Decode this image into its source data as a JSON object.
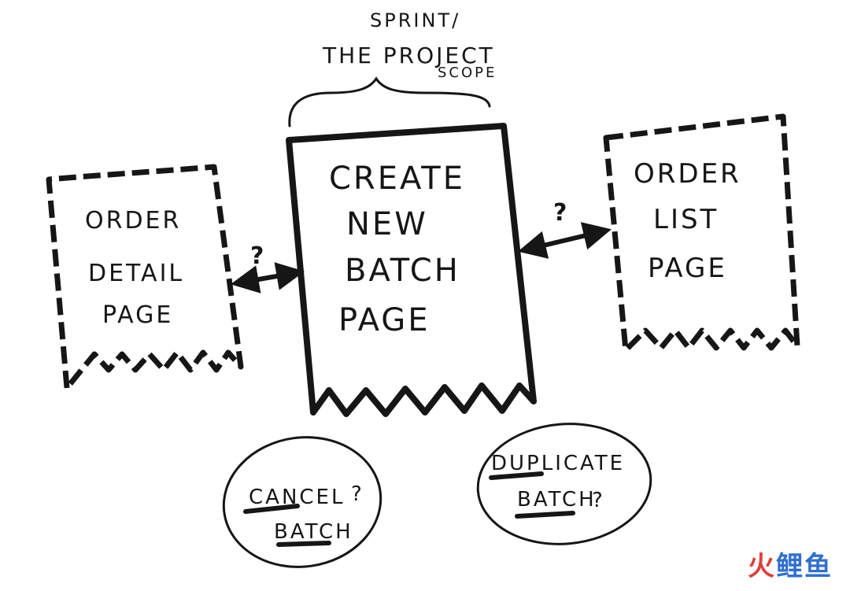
{
  "scope_label": {
    "line1": "SPRINT/",
    "line2": "THE PROJECT",
    "line3": "SCOPE"
  },
  "left_page": {
    "line1": "ORDER",
    "line2": "DETAIL",
    "line3": "PAGE"
  },
  "center_page": {
    "line1": "CREATE",
    "line2": "NEW",
    "line3": "BATCH",
    "line4": "PAGE"
  },
  "right_page": {
    "line1": "ORDER",
    "line2": "LIST",
    "line3": "PAGE"
  },
  "left_connector": {
    "label": "?"
  },
  "right_connector": {
    "label": "?"
  },
  "cancel_bubble": {
    "line1": "CANCEL",
    "line2": "BATCH",
    "suffix": "?"
  },
  "duplicate_bubble": {
    "line1": "DUPLICATE",
    "line2": "BATCH",
    "suffix": "?"
  },
  "watermark": {
    "part1": "火",
    "part2": "鲤鱼"
  },
  "colors": {
    "ink": "#161616",
    "paper": "#ffffff",
    "watermark_red": "#e0403a",
    "watermark_blue": "#2f6fcf"
  }
}
